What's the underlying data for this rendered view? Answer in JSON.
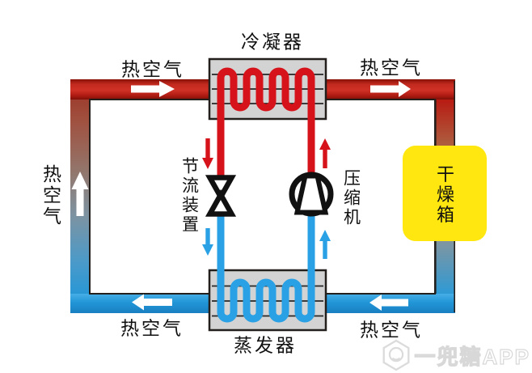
{
  "labels": {
    "condenser": "冷凝器",
    "evaporator": "蒸发器",
    "throttle_device": "节流装置",
    "compressor": "压缩机",
    "drying_box": "干燥箱",
    "hot_air": "热空气"
  },
  "watermark": {
    "text": "一兜糖APP"
  },
  "colors": {
    "hot_pipe": "#c5271d",
    "hot_coil": "#d6131b",
    "cold_pipe": "#2196d8",
    "cold_coil": "#2aa1e4",
    "dryer_box_fill": "#ffe70f",
    "heat_exchanger_fill": "#d3d3d3",
    "fin_line": "#262626",
    "outline_black": "#231f1c",
    "component_black": "#111111",
    "arrow_white": "#ffffff",
    "label_text": "#111111",
    "watermark_gray": "#d4d4d4"
  }
}
